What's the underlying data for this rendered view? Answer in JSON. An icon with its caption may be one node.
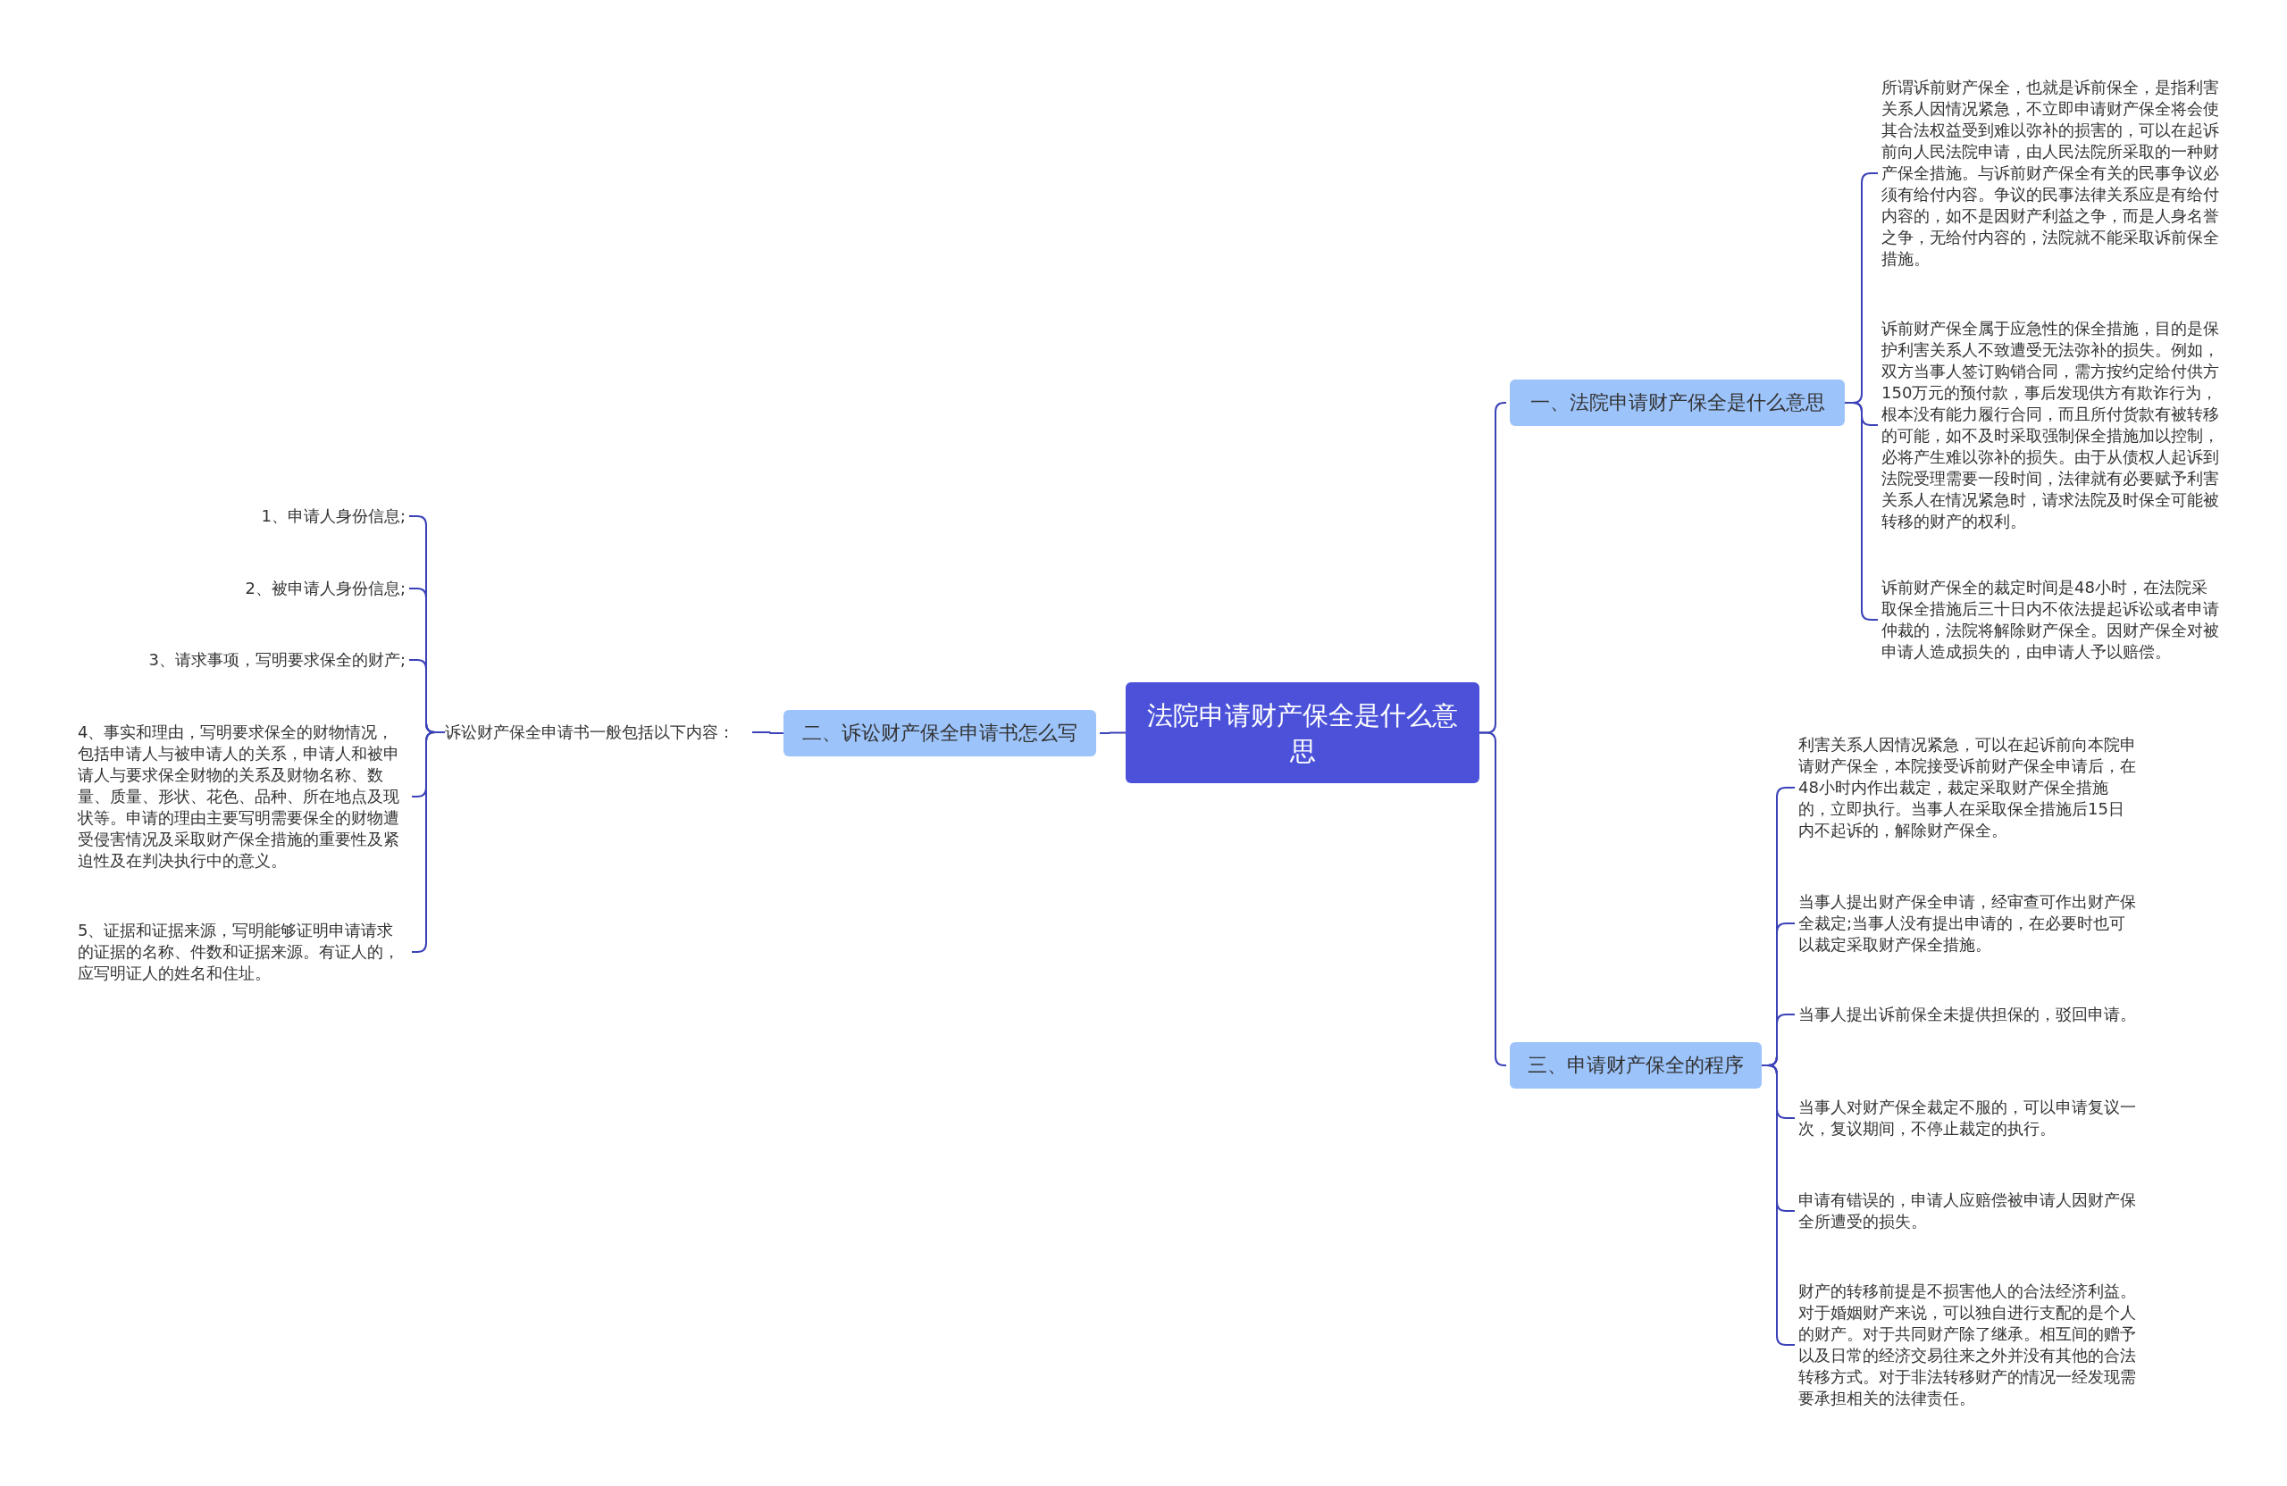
{
  "diagram": {
    "nodes": [
      {
        "text": [
          "法院申请财产保全是什么意思"
        ]
      },
      {
        "text": [
          "一、法院申请财产保全是什么意思"
        ]
      },
      {
        "text": [
          "所谓诉前财产保全，也就是诉前保全，是指利害关系人因情况紧急，不立即申请财产保全将会使其合法权益受到难以弥补的损害的，可以在起诉前向人民法院申请，由人民法院所采取的一种财产保全措施。与诉前财产保全有关的民事争议必须有给付内容。争议的民事法律关系应是有给付内容的，如不是因财产利益之争，而是人身名誉之争，无给付内容的，法院就不能采取诉前保全措施。"
        ]
      },
      {
        "text": [
          "诉前财产保全属于应急性的保全措施，目的是保护利害关系人不致遭受无法弥补的损失。例如，双方当事人签订购销合同，需方按约定给付供方150万元的预付款，事后发现供方有欺诈行为，根本没有能力履行合同，而且所付货款有被转移的可能，如不及时采取强制保全措施加以控制，必将产生难以弥补的损失。由于从债权人起诉到法院受理需要一段时间，法律就有必要赋予利害关系人在情况紧急时，请求法院及时保全可能被转移的财产的权利。"
        ]
      },
      {
        "text": [
          "诉前财产保全的裁定时间是48小时，在法院采取保全措施后三十日内不依法提起诉讼或者申请仲裁的，法院将解除财产保全。因财产保全对被申请人造成损失的，由申请人予以赔偿。"
        ]
      },
      {
        "text": [
          "二、诉讼财产保全申请书怎么写"
        ]
      },
      {
        "text": [
          "诉讼财产保全申请书一般包括以下内容："
        ]
      },
      {
        "text": [
          "1、申请人身份信息;"
        ]
      },
      {
        "text": [
          "2、被申请人身份信息;"
        ]
      },
      {
        "text": [
          "3、请求事项，写明要求保全的财产;"
        ]
      },
      {
        "text": [
          "4、事实和理由，写明要求保全的财物情况，包括申请人与被申请人的关系，申请人和被申请人与要求保全财物的关系及财物名称、数量、质量、形状、花色、品种、所在地点及现状等。申请的理由主要写明需要保全的财物遭受侵害情况及采取财产保全措施的重要性及紧迫性及在判决执行中的意义。"
        ]
      },
      {
        "text": [
          "5、证据和证据来源，写明能够证明申请请求的证据的名称、件数和证据来源。有证人的，应写明证人的姓名和住址。"
        ]
      },
      {
        "text": [
          "三、申请财产保全的程序"
        ]
      },
      {
        "text": [
          "利害关系人因情况紧急，可以在起诉前向本院申请财产保全，本院接受诉前财产保全申请后，在48小时内作出裁定，裁定采取财产保全措施的，立即执行。当事人在采取保全措施后15日内不起诉的，解除财产保全。"
        ]
      },
      {
        "text": [
          "当事人提出财产保全申请，经审查可作出财产保全裁定;当事人没有提出申请的，在必要时也可以裁定采取财产保全措施。"
        ]
      },
      {
        "text": [
          "当事人提出诉前保全未提供担保的，驳回申请。"
        ]
      },
      {
        "text": [
          "当事人对财产保全裁定不服的，可以申请复议一次，复议期间，不停止裁定的执行。"
        ]
      },
      {
        "text": [
          "申请有错误的，申请人应赔偿被申请人因财产保全所遭受的损失。"
        ]
      },
      {
        "text": [
          "财产的转移前提是不损害他人的合法经济利益。对于婚姻财产来说，可以独自进行支配的是个人的财产。对于共同财产除了继承。相互间的赠予以及日常的经济交易往来之外并没有其他的合法转移方式。对于非法转移财产的情况一经发现需要承担相关的法律责任。"
        ]
      }
    ],
    "edges": [
      {
        "from": 0,
        "to": 1,
        "arrow": "none"
      },
      {
        "from": 1,
        "to": 2,
        "arrow": "none"
      },
      {
        "from": 1,
        "to": 3,
        "arrow": "none"
      },
      {
        "from": 1,
        "to": 4,
        "arrow": "none"
      },
      {
        "from": 0,
        "to": 5,
        "arrow": "none"
      },
      {
        "from": 5,
        "to": 6,
        "arrow": "none"
      },
      {
        "from": 6,
        "to": 7,
        "arrow": "none"
      },
      {
        "from": 6,
        "to": 8,
        "arrow": "none"
      },
      {
        "from": 6,
        "to": 9,
        "arrow": "none"
      },
      {
        "from": 6,
        "to": 10,
        "arrow": "none"
      },
      {
        "from": 6,
        "to": 11,
        "arrow": "none"
      },
      {
        "from": 0,
        "to": 12,
        "arrow": "none"
      },
      {
        "from": 12,
        "to": 13,
        "arrow": "none"
      },
      {
        "from": 12,
        "to": 14,
        "arrow": "none"
      },
      {
        "from": 12,
        "to": 15,
        "arrow": "none"
      },
      {
        "from": 12,
        "to": 16,
        "arrow": "none"
      },
      {
        "from": 12,
        "to": 17,
        "arrow": "none"
      },
      {
        "from": 12,
        "to": 18,
        "arrow": "none"
      }
    ]
  }
}
